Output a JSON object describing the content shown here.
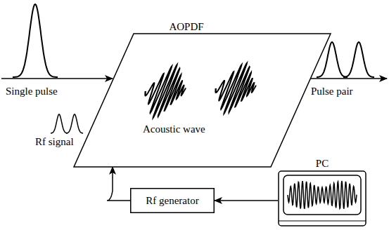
{
  "diagram": {
    "nodes": [
      {
        "text": [
          "AOPDF",
          "Acoustic wave"
        ]
      },
      {
        "text": [
          "Rf generator"
        ]
      },
      {
        "text": [
          "PC"
        ]
      }
    ],
    "edges": [
      {
        "from": 2,
        "to": 1,
        "arrow": "to"
      },
      {
        "from": 1,
        "to": 0,
        "arrow": "to"
      }
    ],
    "labels": [
      "Single pulse",
      "Pulse pair",
      "Rf signal"
    ]
  }
}
